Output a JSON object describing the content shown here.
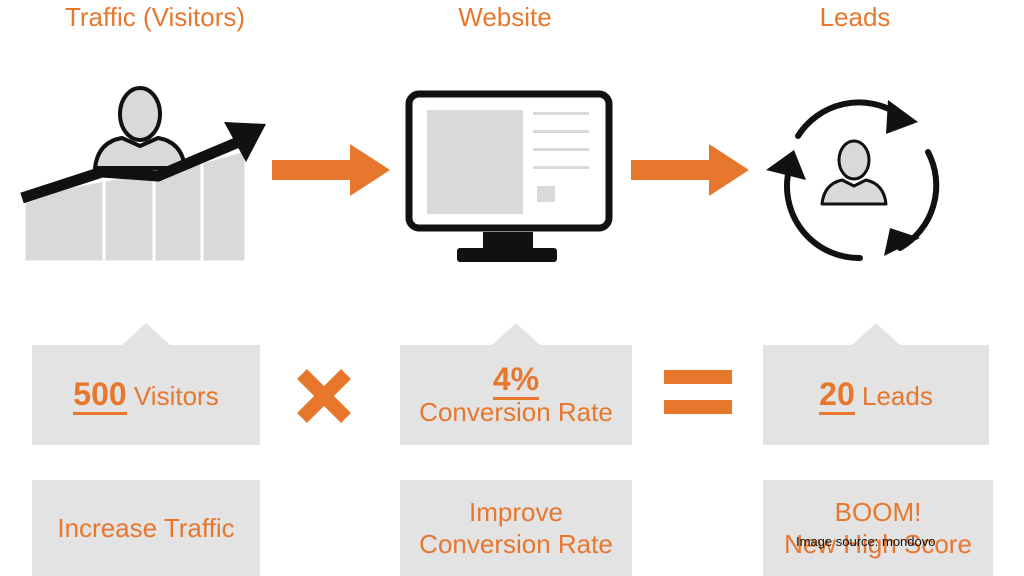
{
  "colors": {
    "accent": "#e8772e",
    "box_fill": "#e3e3e3",
    "icon_black": "#111111",
    "icon_gray": "#d9d9d9"
  },
  "columns": [
    {
      "title": "Traffic (Visitors)",
      "metric": {
        "number": "500",
        "label": "Visitors"
      },
      "action": {
        "line1": "Increase Traffic"
      }
    },
    {
      "title": "Website",
      "metric": {
        "number": "4%",
        "label": "Conversion Rate"
      },
      "action": {
        "line1": "Improve",
        "line2": "Conversion Rate"
      }
    },
    {
      "title": "Leads",
      "metric": {
        "number": "20",
        "label": "Leads"
      },
      "action": {
        "line1": "BOOM!",
        "line2": "New High Score"
      }
    }
  ],
  "icons": {
    "traffic": "traffic-growth-icon",
    "website": "monitor-icon",
    "leads": "lead-cycle-icon",
    "multiply": "multiply-icon",
    "equals": "equals-icon"
  },
  "source": "Image source: mondovo"
}
